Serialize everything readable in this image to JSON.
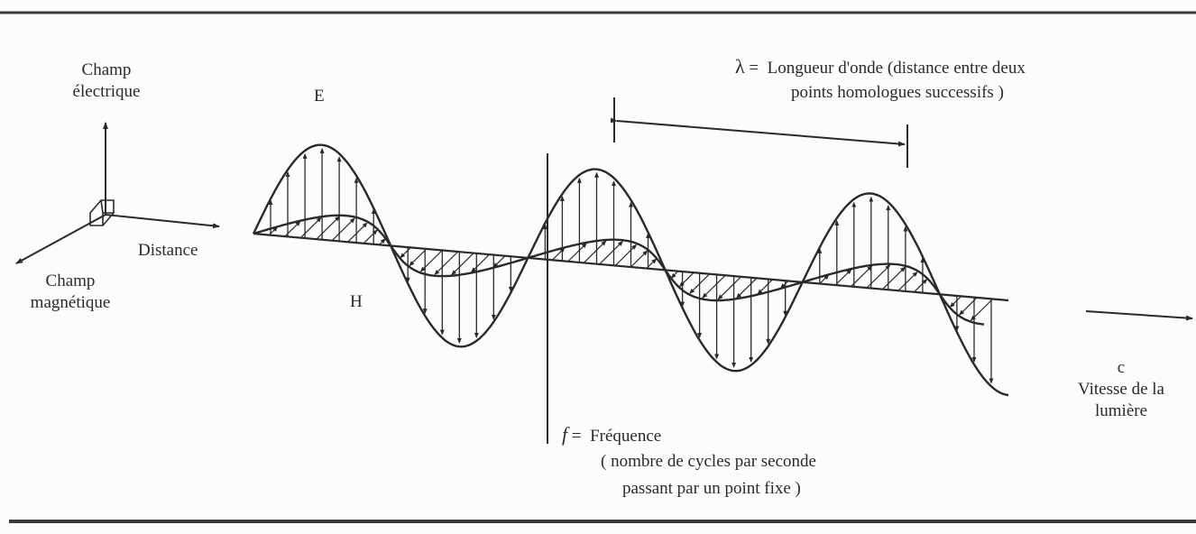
{
  "axes": {
    "electric_field": [
      "Champ",
      "électrique"
    ],
    "magnetic_field": [
      "Champ",
      "magnétique"
    ],
    "distance": "Distance"
  },
  "wave": {
    "electric_label": "E",
    "magnetic_label": "H"
  },
  "wavelength": {
    "symbol": "λ",
    "equals": "=",
    "line1": "Longueur d'onde (distance entre deux",
    "line2": "points homologues successifs )"
  },
  "frequency": {
    "symbol": "f",
    "equals": "=",
    "label": "Fréquence",
    "line2": "( nombre de cycles par seconde",
    "line3": "passant par un point fixe )"
  },
  "speed_of_light": {
    "symbol": "c",
    "line1": "Vitesse de la",
    "line2": "lumière"
  },
  "colors": {
    "ink": "#2a2a2a",
    "rule": "#3a3a3a",
    "background": "#fcfcfc"
  }
}
